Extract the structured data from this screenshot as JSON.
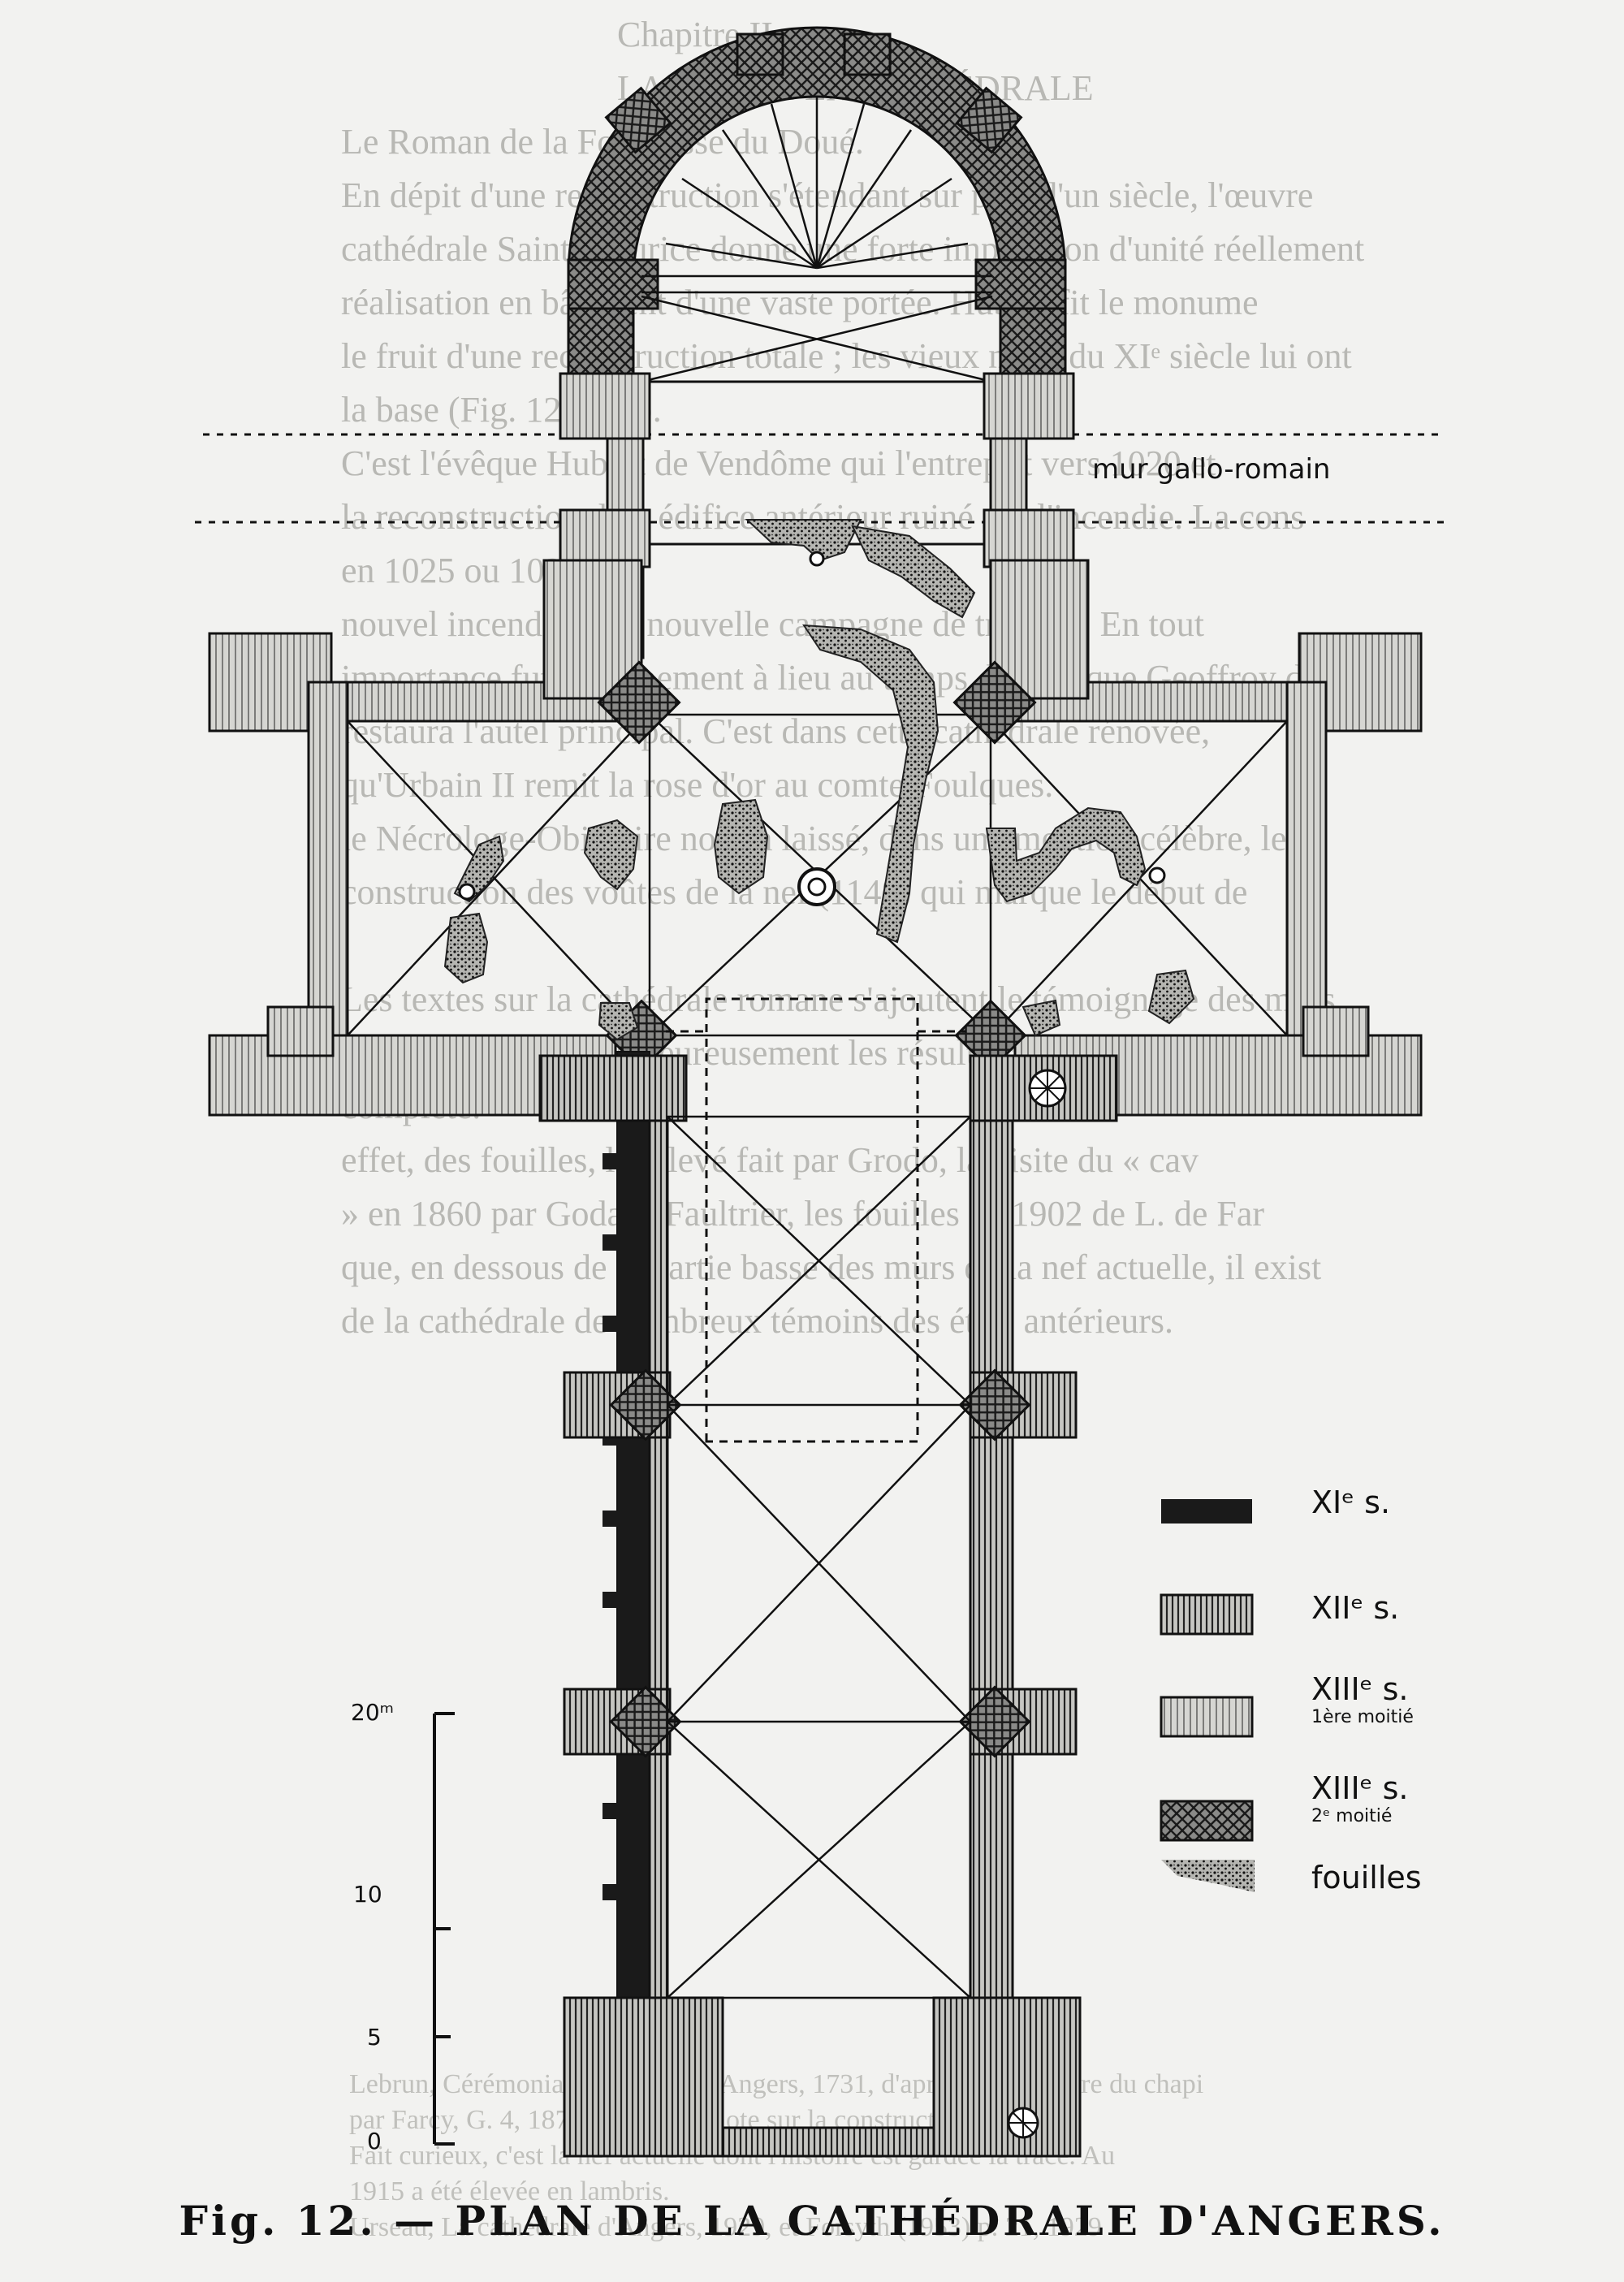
{
  "header": {
    "running_head": "Chapitre II",
    "chapter_title": "LA NEF DE LA CATHÉDRALE"
  },
  "plan": {
    "caption": "Fig. 12. — PLAN DE LA CATHÉDRALE D'ANGERS.",
    "annotation_gallo": "mur gallo-romain",
    "legend": [
      {
        "label": "XIᵉ s.",
        "sub": "",
        "pattern": "solid-dark"
      },
      {
        "label": "XIIᵉ s.",
        "sub": "",
        "pattern": "vertical-hatch"
      },
      {
        "label": "XIIIᵉ s.",
        "sub": "1ère moitié",
        "pattern": "light-hatch"
      },
      {
        "label": "XIIIᵉ s.",
        "sub": "2ᵉ moitié",
        "pattern": "crosshatch"
      },
      {
        "label": "fouilles",
        "sub": "",
        "pattern": "stipple"
      }
    ],
    "scale": [
      {
        "label": "20ᵐ",
        "value": 20
      },
      {
        "label": "10",
        "value": 10
      },
      {
        "label": "5",
        "value": 5
      },
      {
        "label": "0",
        "value": 0
      }
    ]
  },
  "background_text": {
    "lines": [
      "Chapitre II",
      "LA NEF DE LA CATHÉDRALE",
      "Le Roman de la Forteresse du Doué.",
      "En dépit d'une reconstruction s'étendant sur plus d'un siècle, l'œuvre",
      "cathédrale Saint-Maurice donne une forte impression d'unité réellement",
      "réalisation en bâtiment d'une vaste portée. Hubert fit le monume",
      "le fruit d'une reconstruction totale ; les vieux murs du XIᵉ siècle lui ont",
      "la base (Fig. 12, plan).",
      "C'est l'évêque Hubert de Vendôme qui l'entreprit vers 1020 et",
      "la reconstruction d'un édifice antérieur ruiné par l'incendie. La cons",
      "en 1025 ou 1030.",
      "nouvel incendie, une nouvelle campagne de travaux. En tout",
      "importance fut certainement à lieu au temps de l'évêque Geoffroy de T",
      "restaura l'autel principal. C'est dans cette cathédrale rénovée,",
      "qu'Urbain II remit la rose d'or au comte Foulques.",
      "le Nécrologe-Obituaire nous a laissé, dans une mention célèbre, le",
      "construction des voûtes de la nef (1148) qui marque le début de",
      "",
      "Les textes sur la cathédrale romane s'ajoutent le témoignage des murs",
      "les fouilles, dont malheureusement les résultats n'ont pas été pu",
      "complète.",
      "effet, des fouilles, le relevé fait par Grodo, la visite du « cav",
      "» en 1860 par Godard-Faultrier, les fouilles de 1902 de L. de Far",
      "que, en dessous de la partie basse des murs de la nef actuelle, il exist",
      "de la cathédrale de nombreux témoins des états antérieurs."
    ],
    "footnotes": [
      "Lebrun, Cérémonial de l'Église d'Angers, 1731, d'après le Cartulaire du chapi",
      "par Farcy, G. 4, 1872. Voir aussi note sur la construction de la",
      "Fait curieux, c'est la nef actuelle dont l'histoire est gardée la trace. Au",
      "1915 a été élevée en lambris.",
      "Urseau, La cathédrale d'Angers, 1929, et Forsyth (1953) p. 21, 1929"
    ]
  }
}
